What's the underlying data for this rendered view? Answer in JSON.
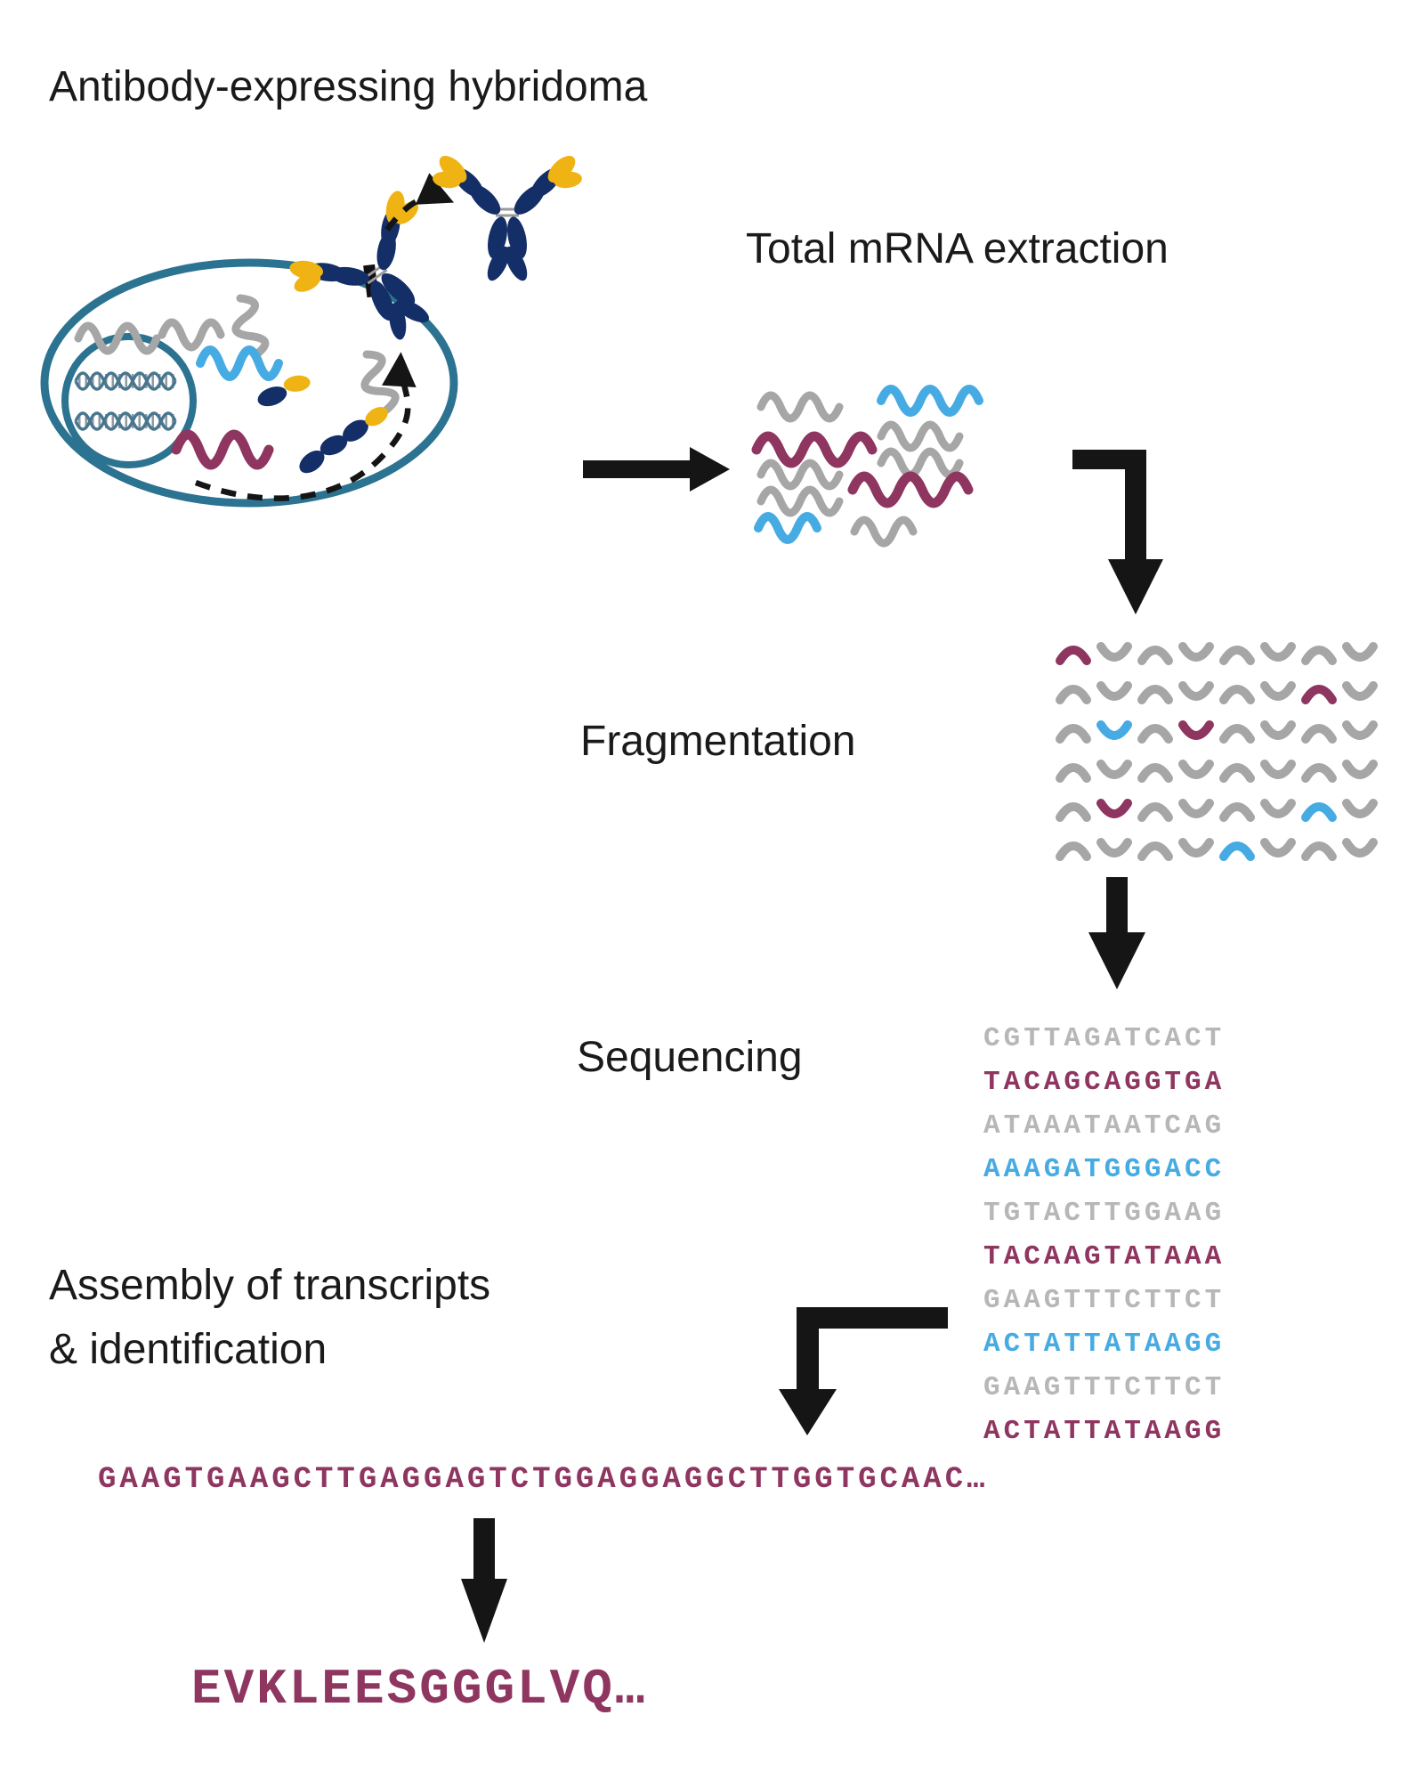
{
  "colors": {
    "teal": "#2b7391",
    "navy": "#142e67",
    "gold": "#efb414",
    "gray": "#a6a6a6",
    "gray_text": "#b7b7b7",
    "blue": "#47abe3",
    "maroon": "#8e3560",
    "black": "#151515"
  },
  "labels": {
    "title": "Antibody-expressing hybridoma",
    "extraction": "Total mRNA extraction",
    "fragmentation": "Fragmentation",
    "sequencing": "Sequencing",
    "assembly_line1": "Assembly of transcripts",
    "assembly_line2": "& identification"
  },
  "extraction": {
    "mrna_colors": [
      "gray",
      "blue",
      "maroon"
    ]
  },
  "fragmentation": {
    "cell_code": "first char: g=gray, m=maroon, b=blue; ^=upward chevron, v=downward chevron",
    "rows": [
      [
        "m^",
        "gv",
        "g^",
        "gv",
        "g^",
        "gv",
        "g^",
        "gv"
      ],
      [
        "g^",
        "gv",
        "g^",
        "gv",
        "g^",
        "gv",
        "m^",
        "gv"
      ],
      [
        "g^",
        "bv",
        "g^",
        "mv",
        "g^",
        "gv",
        "g^",
        "gv"
      ],
      [
        "g^",
        "gv",
        "g^",
        "gv",
        "g^",
        "gv",
        "g^",
        "gv"
      ],
      [
        "g^",
        "mv",
        "g^",
        "gv",
        "g^",
        "gv",
        "b^",
        "gv"
      ],
      [
        "g^",
        "gv",
        "g^",
        "gv",
        "b^",
        "gv",
        "g^",
        "gv"
      ]
    ]
  },
  "sequencing": {
    "reads": [
      {
        "text": "CGTTAGATCACT",
        "color": "gray"
      },
      {
        "text": "TACAGCAGGTGA",
        "color": "maroon"
      },
      {
        "text": "ATAAATAATCAG",
        "color": "gray"
      },
      {
        "text": "AAAGATGGGACC",
        "color": "blue"
      },
      {
        "text": "TGTACTTGGAAG",
        "color": "gray"
      },
      {
        "text": "TACAAGTATAAA",
        "color": "maroon"
      },
      {
        "text": "GAAGTTTCTTCT",
        "color": "gray"
      },
      {
        "text": "ACTATTATAAGG",
        "color": "blue"
      },
      {
        "text": "GAAGTTTCTTCT",
        "color": "gray"
      },
      {
        "text": "ACTATTATAAGG",
        "color": "maroon"
      }
    ]
  },
  "assembly": {
    "assembled_sequence": "GAAGTGAAGCTTGAGGAGTCTGGAGGAGGCTTGGTGCAAC…",
    "protein_sequence": "EVKLEESGGGLVQ…"
  }
}
